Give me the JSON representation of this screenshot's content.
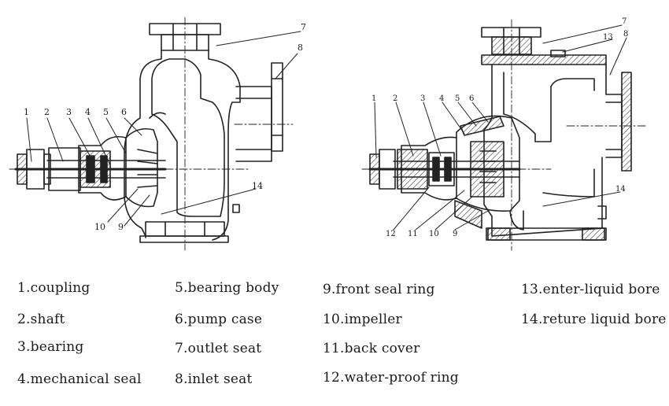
{
  "diagram_left": {
    "callouts": [
      "1",
      "2",
      "3",
      "4",
      "5",
      "6",
      "7",
      "8",
      "10",
      "9",
      "14"
    ]
  },
  "diagram_right": {
    "callouts": [
      "1",
      "2",
      "3",
      "4",
      "5",
      "6",
      "7",
      "13",
      "8",
      "14",
      "12",
      "11",
      "10",
      "9"
    ]
  },
  "legend": [
    "1.coupling",
    "2.shaft",
    "3.bearing",
    "4.mechanical seal",
    "5.bearing body",
    "6.pump case",
    "7.outlet seat",
    "8.inlet seat",
    "9.front seal ring",
    "10.impeller",
    "11.back cover",
    "12.water-proof ring",
    "13.enter-liquid bore",
    "14.reture liquid bore"
  ]
}
